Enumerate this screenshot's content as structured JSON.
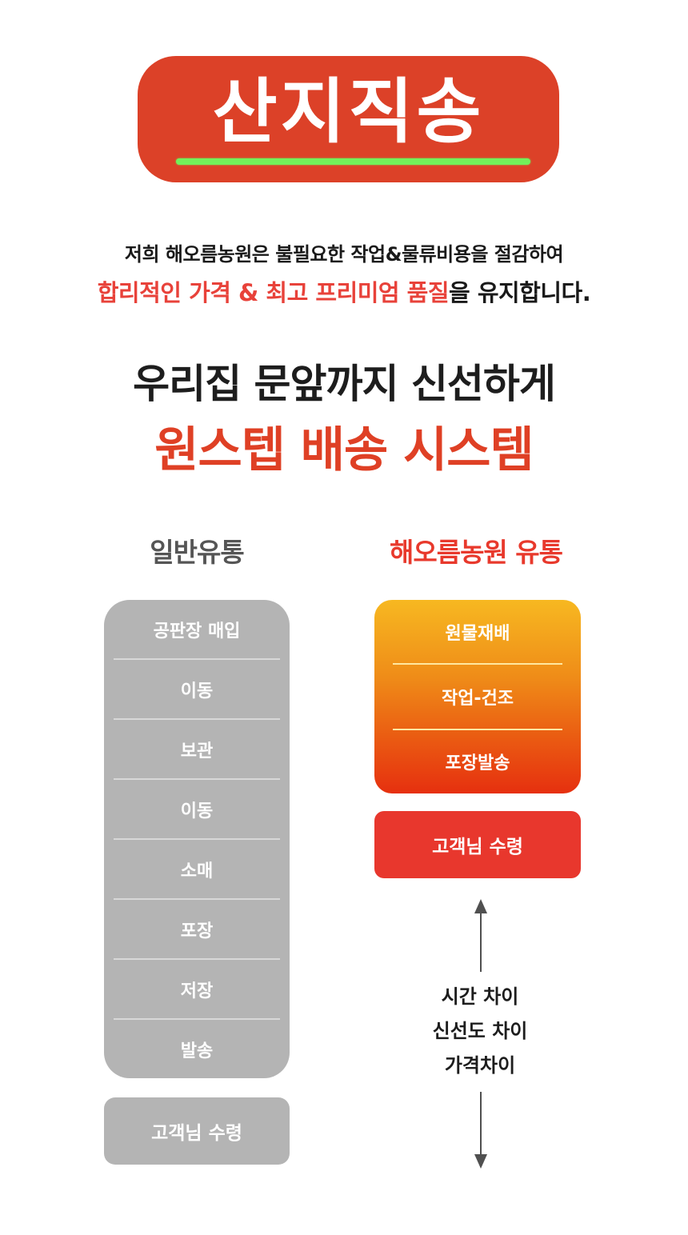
{
  "hero": {
    "title": "산지직송",
    "badge_color": "#dc4128",
    "underline_color": "#73f05a"
  },
  "intro": {
    "line1": "저희 해오름농원은 불필요한 작업&물류비용을 절감하여",
    "line2_highlight": "합리적인 가격 & 최고 프리미엄 품질",
    "line2_rest": "을 유지합니다.",
    "highlight_color": "#e8423a"
  },
  "headline": {
    "line1": "우리집 문앞까지 신선하게",
    "line2": "원스텝 배송 시스템",
    "accent_color": "#df4025"
  },
  "comparison": {
    "general": {
      "title": "일반유통",
      "steps": [
        "공판장 매입",
        "이동",
        "보관",
        "이동",
        "소매",
        "포장",
        "저장",
        "발송"
      ],
      "receive": "고객님 수령",
      "color": "#b4b4b4"
    },
    "farm": {
      "title": "해오름농원 유통",
      "steps": [
        "원물재배",
        "작업-건조",
        "포장발송"
      ],
      "receive": "고객님 수령",
      "gradient": [
        "#f7b821",
        "#e6300f"
      ],
      "receive_color": "#e8372d"
    },
    "differences": [
      "시간 차이",
      "신선도 차이",
      "가격차이"
    ]
  }
}
